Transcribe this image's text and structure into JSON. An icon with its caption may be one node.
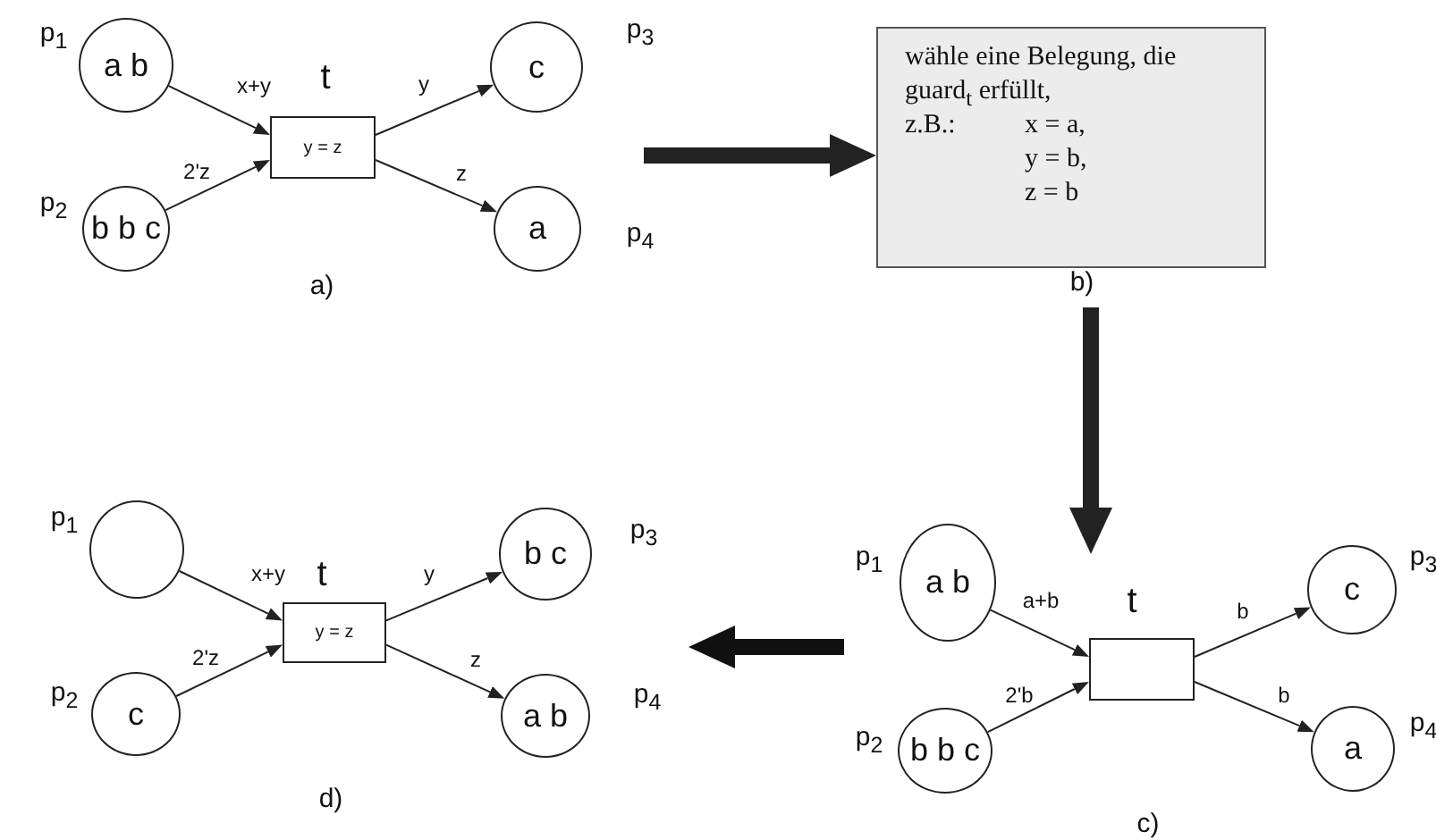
{
  "diagram": {
    "nodes": [
      {
        "text": [
          "a b"
        ],
        "beside": [
          "p$_{1}$"
        ]
      },
      {
        "text": [
          "b b c"
        ],
        "beside": [
          "p$_{2}$"
        ]
      },
      {
        "text": [
          "y = z"
        ],
        "beside": [
          "t"
        ]
      },
      {
        "text": [
          "c"
        ],
        "beside": [
          "p$_{3}$"
        ]
      },
      {
        "text": [
          "a"
        ],
        "beside": [
          "p$_{4}$"
        ]
      },
      {
        "text": [
          "wähle eine Belegung, die guard$_{t}$ erfüllt,",
          "z.B.:",
          "x = a, y = b, z = b"
        ]
      },
      {
        "text": [
          "a b"
        ],
        "beside": [
          "p$_{1}$"
        ]
      },
      {
        "text": [
          "b b c"
        ],
        "beside": [
          "p$_{2}$"
        ]
      },
      {
        "text": [],
        "shape": "box",
        "beside": [
          "t"
        ]
      },
      {
        "text": [
          "c"
        ],
        "beside": [
          "p$_{3}$"
        ]
      },
      {
        "text": [
          "a"
        ],
        "beside": [
          "p$_{4}$"
        ]
      },
      {
        "text": [],
        "shape": "circle",
        "beside": [
          "p$_{1}$"
        ]
      },
      {
        "text": [
          "c"
        ],
        "beside": [
          "p$_{2}$"
        ]
      },
      {
        "text": [
          "y = z"
        ],
        "beside": [
          "t"
        ]
      },
      {
        "text": [
          "b c"
        ],
        "beside": [
          "p$_{3}$"
        ]
      },
      {
        "text": [
          "a b"
        ],
        "beside": [
          "p$_{4}$"
        ]
      }
    ],
    "edges": [
      {
        "from": 0,
        "to": 2,
        "arrow": "to",
        "label": "x+y"
      },
      {
        "from": 1,
        "to": 2,
        "arrow": "to",
        "label": "2'z"
      },
      {
        "from": 2,
        "to": 3,
        "arrow": "to",
        "label": "y"
      },
      {
        "from": 2,
        "to": 4,
        "arrow": "to",
        "label": "z"
      },
      {
        "from": 6,
        "to": 8,
        "arrow": "to",
        "label": "a+b"
      },
      {
        "from": 7,
        "to": 8,
        "arrow": "to",
        "label": "2'b"
      },
      {
        "from": 8,
        "to": 9,
        "arrow": "to",
        "label": "b"
      },
      {
        "from": 8,
        "to": 10,
        "arrow": "to",
        "label": "b"
      },
      {
        "from": 11,
        "to": 13,
        "arrow": "to",
        "label": "x+y"
      },
      {
        "from": 12,
        "to": 13,
        "arrow": "to",
        "label": "2'z"
      },
      {
        "from": 13,
        "to": 14,
        "arrow": "to",
        "label": "y"
      },
      {
        "from": 13,
        "to": 15,
        "arrow": "to",
        "label": "z"
      },
      {
        "from": null,
        "to": 5,
        "arrow": "to",
        "style": "thick"
      },
      {
        "from": 5,
        "to": null,
        "arrow": "to",
        "style": "thick"
      }
    ],
    "labels": [
      "a)",
      "b)",
      "c)",
      "d)"
    ]
  }
}
